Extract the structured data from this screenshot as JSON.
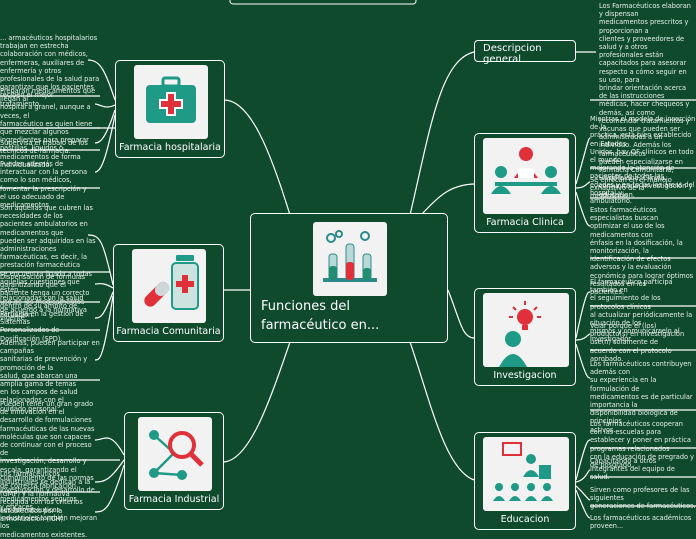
{
  "central": {
    "title": "Funciones del farmacéutico en..."
  },
  "branches": {
    "hospitalaria": "Farmacia hospitalaria",
    "comunitaria": "Farmacia Comunitaria",
    "industrial": "Farmacia Industrial",
    "descripcion": "Descripcion general",
    "clinica": "Farmacia Clinica",
    "investigacion": "Investigacion",
    "educacion": "Educacion"
  },
  "notes": {
    "h1": "... armacéuticos hospitalarios trabajan en estrecha\ncolaboración con médicos, enfermeras, auxiliares de\nenfermería y otros profesionales de la salud para\ngarantizar que los pacientes reciben el mejor\ntratamiento.",
    "h2": "Preparan medicamentos que llegan al\nhospital a granel, aunque a veces, el\nfarmacéutico es quien tiene que mezclar algunos\ningredientes para preparar pastillas, líquidos o\nmedicamentos de forma individualizado.",
    "h3": "Supervisa el trabajo de los técnicos de farmacia.",
    "h4": "Pueden además de interactuar con la persona\ncomo lo son médicos, fomentar la prescripción y\nel uso adecuado de medicamentos",
    "c1": "Son aquellas que cubren las necesidades de los\npacientes ambulatorios en medicamentos que\npueden ser adquiridos en las administraciones\nfarmacéuticas, es decir, la prestación farmacéutica\nse encuentra ligada a todas aquellas cuestiones que estén\nrelacionadas con la salud dentro de su ámbito de\nactuación.",
    "c2": "Dispensación de fórmulas garantizando que el\npaciente tenga un correcto uso de los medicamentos\nde acuerdo a la normativa vigente.",
    "c3": "Participa en la gestión de Sistemas\nPersonalizados de Dosificación (SPD).",
    "c4": "Además, pueden participar en campañas\nsanitarias de prevención y promoción de la\nsalud, que abarcan una amplia gama de temas\nen los campos de salud relacionados con el\ncuidado personal.",
    "i1": "Pueden tener un gran grado de innovación en el\ndesarrollo de formulaciones farmacéuticas de las nuevas\nmoléculas que son capaces de continuar con el proceso de\ninvestigación, desarrollo y escala, garantizando el\ncumplimiento de las normas de correcta fabricación\n(GMP) y la normativa recogida con los criterios\nestablecidos por la armonización (ICH).",
    "i2": "Los farmacéuticos industriales se dedican a la\ninvestigación y desarrollo de medicamentos seguros\ny eficaces.",
    "i3": "Los farmacéuticos industriales también mejoran los\nmedicamentos existentes.",
    "d1": "Los Farmacéuticos elaboran y dispensan\nmedicamentos prescritos y proporcionan a\nclientes y proveedores de salud y a otros\nprofesionales están capacitados para asesorar\nrespecto a cómo seguir en su uso, para\nbrindar orientación acerca de las instrucciones\nmédicas, hacer chequeos y demás, así como\nrecomendar tratamientos y vacunas que pueden ser\nadministradas a un individuo. Además los farmacéuticos\npueden especializarse en Farmacia Comunitaria,\nHospitalaria, Clínica, comunitaria, investigación y\neducacion.",
    "cl1": "Mientras el modelo de inserción de la\npráctica, está bien establecido en Estados\nUnidos, hay QF clínicos en todo el mundo\nmejorando la atención de pacientes de todas las\nedades y en todas las áreas del hospital y\nambulatorio.",
    "cl2": "Se enfocan en el manejo exhaustivo de la\nmedicación.",
    "cl3": "Estos farmacéuticos especialistas buscan\noptimizar el uso de los medicamentos con\nénfasis en la dosificación, la monitorización, la\nidentificación de efectos adversos y la evaluación\neconómica para lograr óptimos resultados en los\npacientes.",
    "in1": "El farmacéutico participa también en\nel seguimiento de los protocolos clínicos\nal actualizar periódicamente la situación de los\nmismos y comunicarselo al investigador.",
    "in2": "Velar porque el (los) producto(s) en investigación\nuse(n) solamente de\nacuerdo con el protocolo aprobado.",
    "in3": "Los farmacéuticos contribuyen además con\nsu experiencia en la formulación de\nmedicamentos es de particular importancia la\ndisponibilidad biológica de principios\nactivos.",
    "e1": "Los farmacéuticos cooperan con las escuelas para\nestablecer y poner en práctica programas relacionados\ncon la educación de pregrado y de posgrado.",
    "e2": "Capacitando a otros integrantes del equipo de\nsalud.",
    "e3": "Sirven como profesores de las siguientes\ngeneraciones de farmacéuticos.",
    "e4": "Los farmacéuticos académicos proveen..."
  }
}
